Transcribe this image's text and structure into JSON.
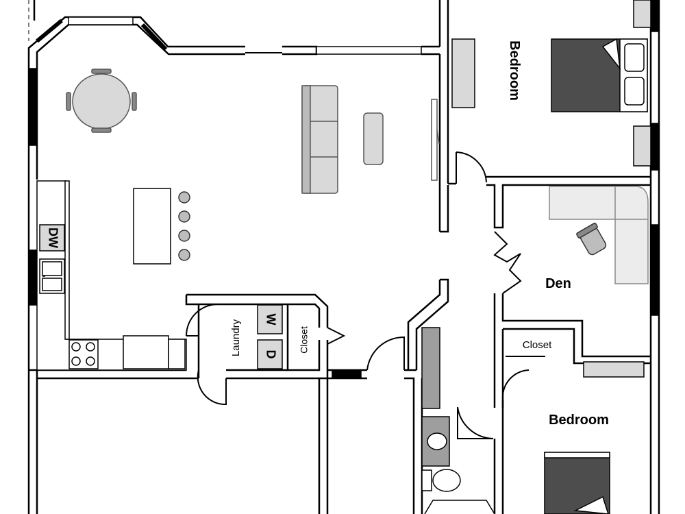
{
  "rooms": {
    "bedroom_top": "Bedroom",
    "den": "Den",
    "bedroom_right": "Bedroom",
    "laundry": "Laundry",
    "closet_laundry": "Closet",
    "closet_den": "Closet"
  },
  "appliances": {
    "dishwasher": "DW",
    "washer": "W",
    "dryer": "D"
  },
  "colors": {
    "wall": "#000000",
    "furniture_fill": "#d9d9d9",
    "furniture_stroke": "#555555",
    "bed_dark": "#4d4d4d",
    "background": "#ffffff"
  },
  "icons": [
    "bed-icon",
    "sofa-icon",
    "dining-table-icon",
    "stove-icon",
    "sink-icon",
    "toilet-icon",
    "office-chair-icon",
    "bar-stool-icon",
    "tv-icon"
  ]
}
